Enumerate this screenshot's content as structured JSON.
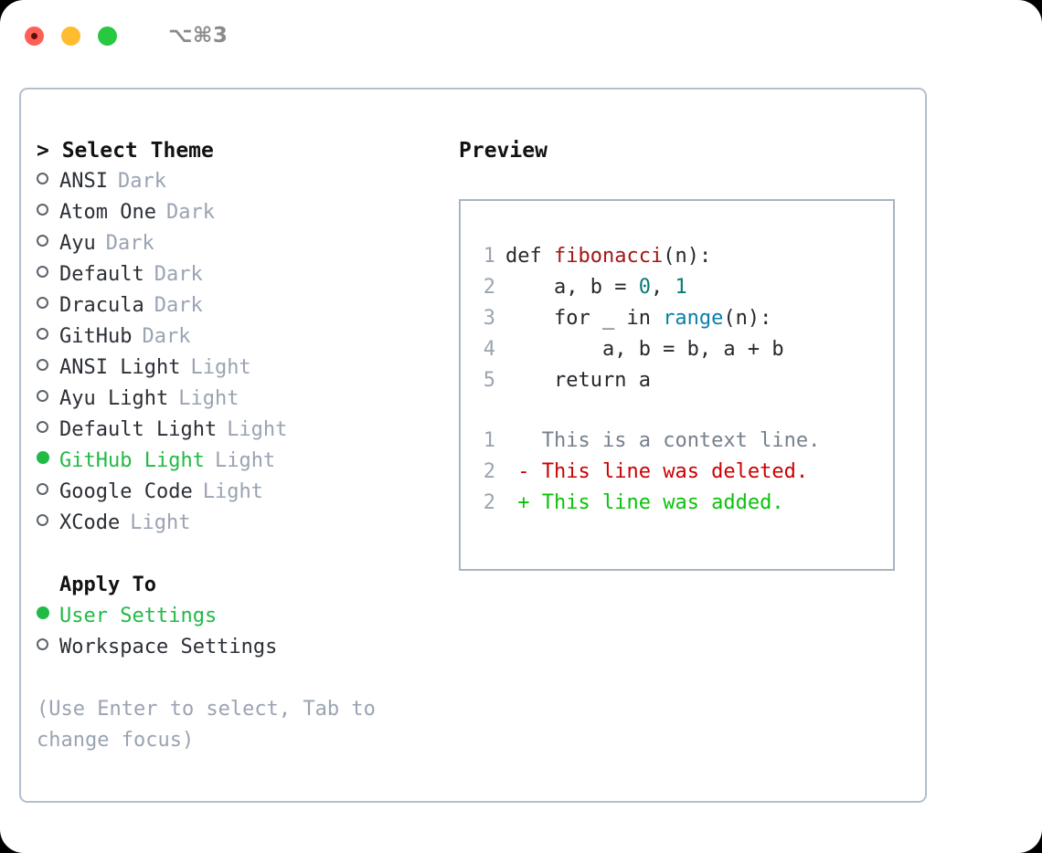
{
  "titlebar": {
    "shortcut": "⌥⌘3",
    "buttons": [
      {
        "name": "close",
        "color": "#ff5f57"
      },
      {
        "name": "minimize",
        "color": "#febc2e"
      },
      {
        "name": "zoom",
        "color": "#28c840"
      }
    ]
  },
  "theme_section": {
    "header": "> Select Theme",
    "focused": true,
    "options": [
      {
        "name": "ANSI",
        "badge": "Dark",
        "selected": false
      },
      {
        "name": "Atom One",
        "badge": "Dark",
        "selected": false
      },
      {
        "name": "Ayu",
        "badge": "Dark",
        "selected": false
      },
      {
        "name": "Default",
        "badge": "Dark",
        "selected": false
      },
      {
        "name": "Dracula",
        "badge": "Dark",
        "selected": false
      },
      {
        "name": "GitHub",
        "badge": "Dark",
        "selected": false
      },
      {
        "name": "ANSI Light",
        "badge": "Light",
        "selected": false
      },
      {
        "name": "Ayu Light",
        "badge": "Light",
        "selected": false
      },
      {
        "name": "Default Light",
        "badge": "Light",
        "selected": false
      },
      {
        "name": "GitHub Light",
        "badge": "Light",
        "selected": true
      },
      {
        "name": "Google Code",
        "badge": "Light",
        "selected": false
      },
      {
        "name": "XCode",
        "badge": "Light",
        "selected": false
      }
    ]
  },
  "apply_section": {
    "header": "Apply To",
    "focused": false,
    "options": [
      {
        "name": "User Settings",
        "selected": true
      },
      {
        "name": "Workspace Settings",
        "selected": false
      }
    ]
  },
  "hint": "(Use Enter to select, Tab to change focus)",
  "preview": {
    "title": "Preview",
    "code_lines": [
      {
        "num": "1",
        "tokens": [
          {
            "t": "def ",
            "c": "code-text"
          },
          {
            "t": "fibonacci",
            "c": "tok-func"
          },
          {
            "t": "(n):",
            "c": "code-text"
          }
        ]
      },
      {
        "num": "2",
        "tokens": [
          {
            "t": "    a, b = ",
            "c": "code-text"
          },
          {
            "t": "0",
            "c": "tok-num"
          },
          {
            "t": ", ",
            "c": "code-text"
          },
          {
            "t": "1",
            "c": "tok-num"
          }
        ]
      },
      {
        "num": "3",
        "tokens": [
          {
            "t": "    for _ in ",
            "c": "code-text"
          },
          {
            "t": "range",
            "c": "tok-call"
          },
          {
            "t": "(n):",
            "c": "code-text"
          }
        ]
      },
      {
        "num": "4",
        "tokens": [
          {
            "t": "        a, b = b, a + b",
            "c": "code-text"
          }
        ]
      },
      {
        "num": "5",
        "tokens": [
          {
            "t": "    return a",
            "c": "code-text"
          }
        ]
      }
    ],
    "diff_lines": [
      {
        "num": "1",
        "marker": " ",
        "text": "This is a context line.",
        "kind": "diff-ctx"
      },
      {
        "num": "2",
        "marker": "-",
        "text": "This line was deleted.",
        "kind": "diff-del"
      },
      {
        "num": "2",
        "marker": "+",
        "text": "This line was added.",
        "kind": "diff-add"
      }
    ]
  },
  "colors": {
    "accent_green": "#21ba45",
    "badge_gray": "#9aa3b2",
    "border": "#b4bfcd",
    "preview_border": "#a8b4c4",
    "diff_delete": "#cc0000",
    "diff_add": "#0ac20a",
    "code_function": "#a31515",
    "code_number": "#067c74",
    "code_call": "#0b7fab"
  }
}
